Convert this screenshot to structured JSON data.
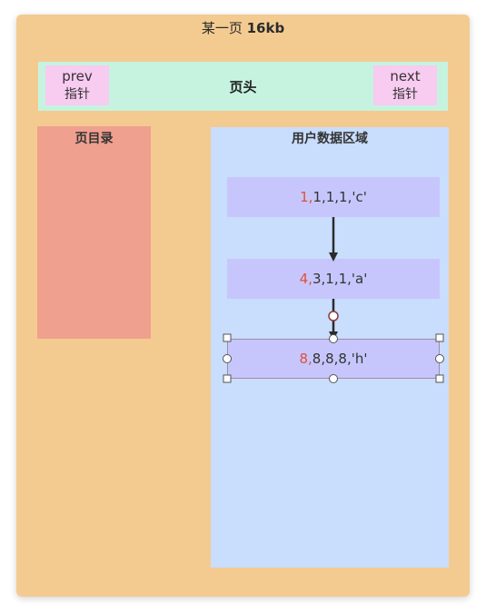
{
  "page": {
    "title_main": "某一页 ",
    "title_size": "16kb"
  },
  "header": {
    "label": "页头",
    "prev_name": "prev",
    "prev_sub": "指针",
    "next_name": "next",
    "next_sub": "指针"
  },
  "page_directory": {
    "label": "页目录"
  },
  "user_area": {
    "label": "用户数据区域",
    "records": [
      {
        "key": "1,",
        "rest": "1,1,1,'c'"
      },
      {
        "key": "4,",
        "rest": "3,1,1,'a'"
      },
      {
        "key": "8,",
        "rest": "8,8,8,'h'"
      }
    ]
  },
  "colors": {
    "page_bg": "#f3cb91",
    "header_bg": "#c6f3df",
    "pointer_bg": "#f8cbf0",
    "directory_bg": "#f0a08f",
    "user_area_bg": "#c9ddfc",
    "record_bg": "#c7c6fc",
    "key_color": "#e0503b"
  }
}
